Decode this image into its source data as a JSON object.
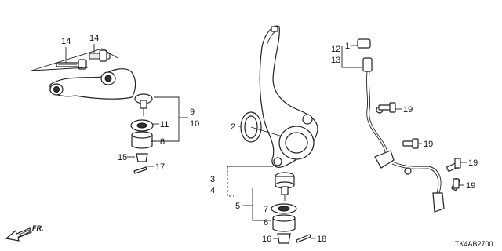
{
  "callouts": {
    "c14a": "14",
    "c14b": "14",
    "c9": "9",
    "c10": "10",
    "c11": "11",
    "c8": "8",
    "c15": "15",
    "c17": "17",
    "c2": "2",
    "c3": "3",
    "c4": "4",
    "c5": "5",
    "c7": "7",
    "c6": "6",
    "c16": "16",
    "c18": "18",
    "c12": "12",
    "c13": "13",
    "c1": "1",
    "c19a": "19",
    "c19b": "19",
    "c19c": "19",
    "c19d": "19"
  },
  "direction_label": "FR.",
  "diagram_code": "TK4AB2700"
}
